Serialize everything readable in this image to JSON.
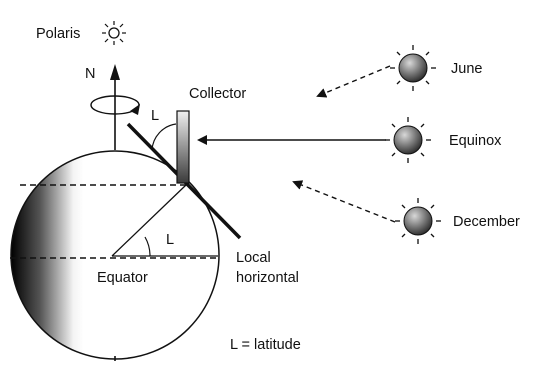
{
  "labels": {
    "polaris": "Polaris",
    "north": "N",
    "collector": "Collector",
    "latitude_symbol_top": "L",
    "latitude_symbol_center": "L",
    "equator": "Equator",
    "local_horizontal_line1": "Local",
    "local_horizontal_line2": "horizontal",
    "legend": "L = latitude",
    "june": "June",
    "equinox": "Equinox",
    "december": "December"
  },
  "colors": {
    "ink": "#111111",
    "sun_dark": "#3c3c3c",
    "sun_light": "#c8c8c8",
    "earth_shadow": "#000000"
  },
  "icons": [
    "polaris-star-icon",
    "sun-icon",
    "rotation-arrow-icon"
  ]
}
